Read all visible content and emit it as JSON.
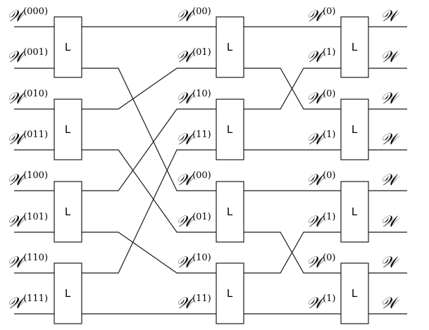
{
  "symbol": "𝒲",
  "block_label": "L",
  "stage1_inputs": [
    "(000)",
    "(001)",
    "(010)",
    "(011)",
    "(100)",
    "(101)",
    "(110)",
    "(111)"
  ],
  "stage2_inputs": [
    "(00)",
    "(01)",
    "(10)",
    "(11)",
    "(00)",
    "(01)",
    "(10)",
    "(11)"
  ],
  "stage3_inputs": [
    "(0)",
    "(1)",
    "(0)",
    "(1)",
    "(0)",
    "(1)",
    "(0)",
    "(1)"
  ],
  "outputs": [
    "",
    "",
    "",
    "",
    "",
    "",
    "",
    ""
  ]
}
